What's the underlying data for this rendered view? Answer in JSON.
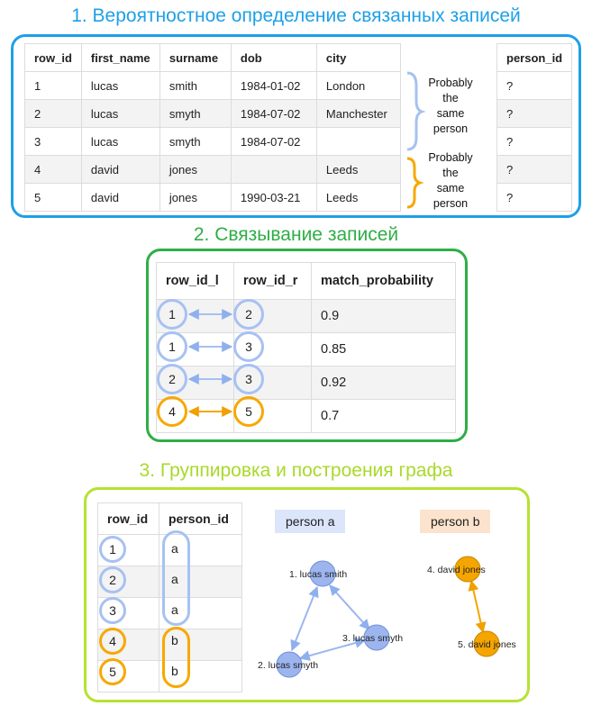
{
  "section1": {
    "title": "1. Вероятностное определение связанных записей",
    "columns": [
      "row_id",
      "first_name",
      "surname",
      "dob",
      "city"
    ],
    "rows": [
      [
        "1",
        "lucas",
        "smith",
        "1984-01-02",
        "London"
      ],
      [
        "2",
        "lucas",
        "smyth",
        "1984-07-02",
        "Manchester"
      ],
      [
        "3",
        "lucas",
        "smyth",
        "1984-07-02",
        ""
      ],
      [
        "4",
        "david",
        "jones",
        "",
        "Leeds"
      ],
      [
        "5",
        "david",
        "jones",
        "1990-03-21",
        "Leeds"
      ]
    ],
    "person_id_header": "person_id",
    "person_id_values": [
      "?",
      "?",
      "?",
      "?",
      "?"
    ],
    "group_labels": [
      {
        "line1": "Probably",
        "line2": "the",
        "line3": "same",
        "line4": "person"
      },
      {
        "line1": "Probably",
        "line2": "the",
        "line3": "same",
        "line4": "person"
      }
    ]
  },
  "section2": {
    "title": "2. Связывание записей",
    "columns": [
      "row_id_l",
      "row_id_r",
      "match_probability"
    ],
    "rows": [
      {
        "l": "1",
        "r": "2",
        "p": "0.9",
        "group": "a"
      },
      {
        "l": "1",
        "r": "3",
        "p": "0.85",
        "group": "a"
      },
      {
        "l": "2",
        "r": "3",
        "p": "0.92",
        "group": "a"
      },
      {
        "l": "4",
        "r": "5",
        "p": "0.7",
        "group": "b"
      }
    ]
  },
  "section3": {
    "title": "3. Группировка и построения графа",
    "columns": [
      "row_id",
      "person_id"
    ],
    "rows": [
      {
        "row_id": "1",
        "person_id": "a"
      },
      {
        "row_id": "2",
        "person_id": "a"
      },
      {
        "row_id": "3",
        "person_id": "a"
      },
      {
        "row_id": "4",
        "person_id": "b"
      },
      {
        "row_id": "5",
        "person_id": "b"
      }
    ],
    "cluster_a_label": "person a",
    "cluster_b_label": "person b",
    "graph_nodes": {
      "n1": "1. lucas smith",
      "n2": "2. lucas smyth",
      "n3": "3. lucas smyth",
      "n4": "4. david jones",
      "n5": "5. david jones"
    }
  },
  "colors": {
    "section1": "#1ea0e8",
    "section2": "#2eae46",
    "section3": "#b6e231",
    "group_a": "#a7c1f2",
    "group_b": "#f7a800",
    "node_a_fill": "#9db5ef",
    "node_b_fill": "#f5a500"
  }
}
